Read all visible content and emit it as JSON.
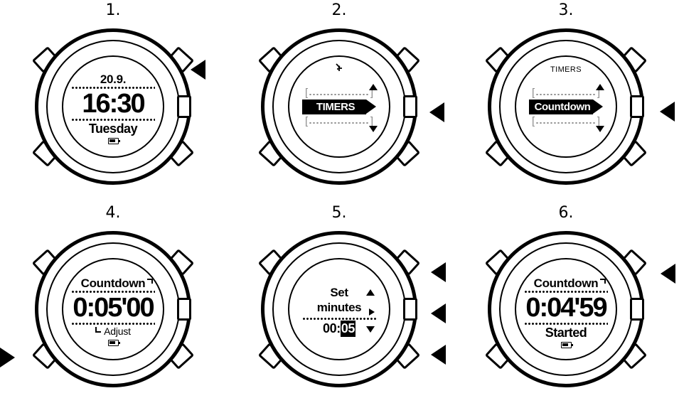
{
  "page": {
    "title": "Suunto watch countdown timer instruction sequence",
    "background_color": "#ffffff",
    "ink_color": "#000000",
    "ghost_color": "#8d8d8d"
  },
  "steps": [
    {
      "number": "1.",
      "view": "time",
      "screen": {
        "date": "20.9.",
        "time": "16:30",
        "weekday": "Tuesday",
        "battery_icon": "battery-icon"
      },
      "arrows": [
        {
          "direction": "left",
          "position": "top-right"
        }
      ]
    },
    {
      "number": "2.",
      "view": "menu",
      "screen": {
        "title": "",
        "glyph_icon": "shortcut-glyph-icon",
        "item_above": "[.................]",
        "selected_item": "TIMERS",
        "item_below": "[.................]",
        "scroll_up_icon": "triangle-up-icon",
        "scroll_down_icon": "triangle-down-icon"
      },
      "arrows": [
        {
          "direction": "left",
          "position": "middle-right"
        }
      ]
    },
    {
      "number": "3.",
      "view": "menu",
      "screen": {
        "title": "TIMERS",
        "glyph_icon": "",
        "item_above": "[.................]",
        "selected_item": "Countdown",
        "item_below": "[.................]",
        "scroll_up_icon": "triangle-up-icon",
        "scroll_down_icon": "triangle-down-icon"
      },
      "arrows": [
        {
          "direction": "left",
          "position": "middle-right"
        }
      ]
    },
    {
      "number": "4.",
      "view": "countdown",
      "screen": {
        "header": "Countdown",
        "value": "0:05'00",
        "footer": "Adjust",
        "battery_icon": "battery-icon"
      },
      "arrows": [
        {
          "direction": "right",
          "position": "bottom-left"
        }
      ]
    },
    {
      "number": "5.",
      "view": "set",
      "screen": {
        "line1": "Set",
        "line2": "minutes",
        "value_prefix": "00:",
        "value_selected": "05",
        "arrow_up_icon": "triangle-up-icon",
        "arrow_right_icon": "triangle-right-icon",
        "arrow_down_icon": "triangle-down-icon"
      },
      "arrows": [
        {
          "direction": "left",
          "position": "top-right"
        },
        {
          "direction": "left",
          "position": "middle-right"
        },
        {
          "direction": "left",
          "position": "bottom-right"
        }
      ]
    },
    {
      "number": "6.",
      "view": "countdown",
      "screen": {
        "header": "Countdown",
        "value": "0:04'59",
        "footer": "Started",
        "battery_icon": "battery-icon"
      },
      "arrows": [
        {
          "direction": "left",
          "position": "top-right"
        }
      ]
    }
  ]
}
